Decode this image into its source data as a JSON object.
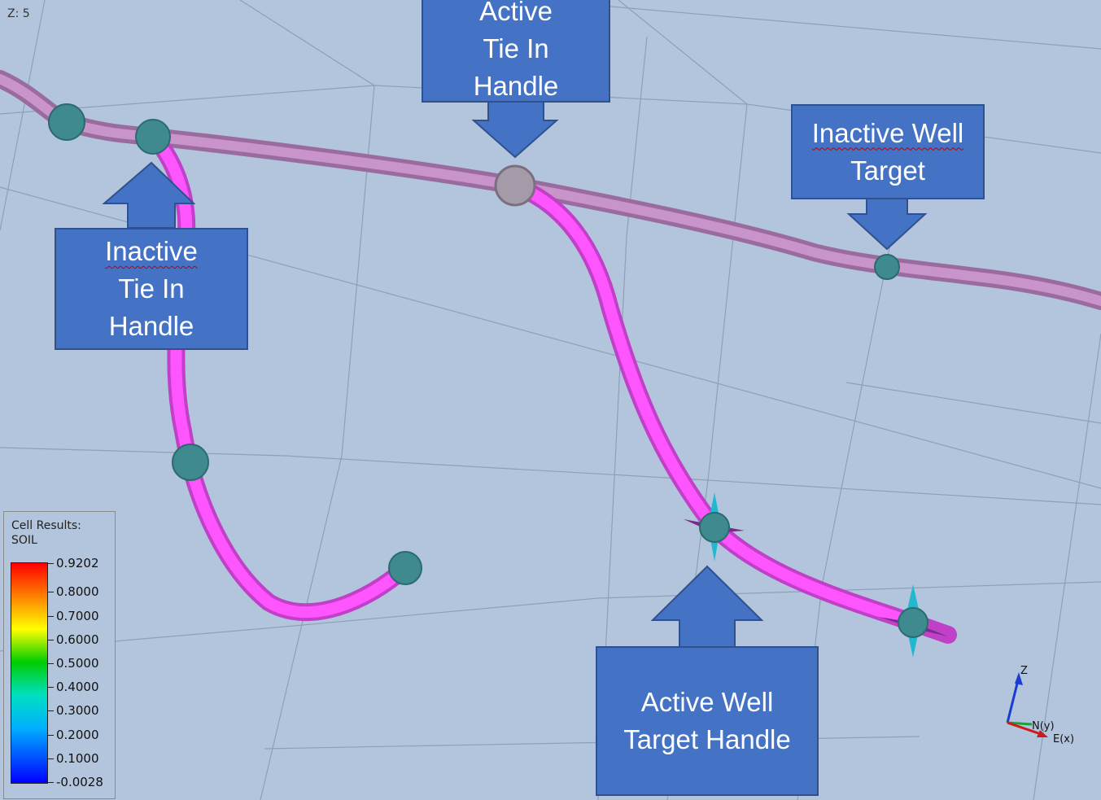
{
  "viewport": {
    "z_label": "Z: 5",
    "background_color": "#b3c5dc",
    "well_color": "#ff4dff",
    "inactive_well_color": "#c487c4",
    "handle_color": "#3f8a8e"
  },
  "callouts": {
    "active_tie_in": {
      "lines": [
        "Active",
        "Tie In",
        "Handle"
      ]
    },
    "inactive_tie_in": {
      "lines": [
        "Inactive",
        "Tie In",
        "Handle"
      ]
    },
    "inactive_well_target": {
      "lines": [
        "Inactive Well",
        "Target"
      ]
    },
    "active_well_target_handle": {
      "lines": [
        "Active Well",
        "Target Handle"
      ]
    }
  },
  "legend": {
    "title_line1": "Cell Results:",
    "title_line2": "SOIL",
    "values": [
      "0.9202",
      "0.8000",
      "0.7000",
      "0.6000",
      "0.5000",
      "0.4000",
      "0.3000",
      "0.2000",
      "0.1000",
      "-0.0028"
    ]
  },
  "axis_triad": {
    "z": "Z",
    "n": "N(y)",
    "e": "E(x)"
  }
}
